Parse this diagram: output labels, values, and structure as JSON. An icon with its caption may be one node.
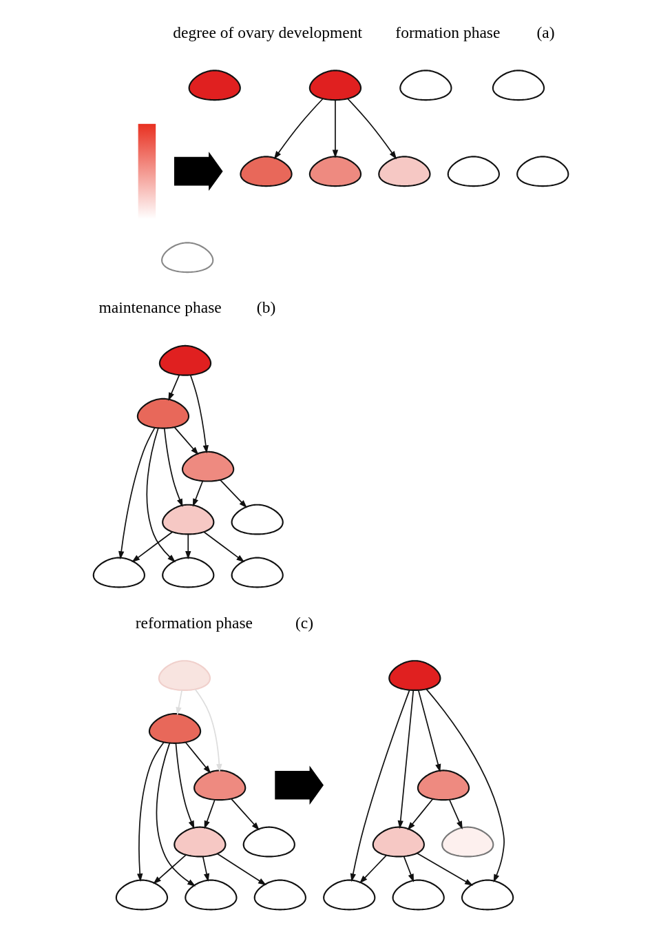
{
  "diagram": {
    "nodes": [
      {
        "text": [],
        "shape": "picture"
      },
      {
        "text": [],
        "shape": "picture"
      },
      {
        "text": [],
        "shape": "picture"
      },
      {
        "text": [],
        "shape": "picture"
      },
      {
        "text": [],
        "shape": "arrow"
      },
      {
        "text": [],
        "shape": "picture"
      },
      {
        "text": [],
        "shape": "picture"
      },
      {
        "text": [],
        "shape": "picture"
      },
      {
        "text": [],
        "shape": "picture"
      },
      {
        "text": [],
        "shape": "picture"
      },
      {
        "text": [],
        "shape": "bar"
      },
      {
        "text": [],
        "shape": "picture"
      },
      {
        "text": [],
        "shape": "picture"
      },
      {
        "text": [],
        "shape": "picture"
      },
      {
        "text": [],
        "shape": "picture"
      },
      {
        "text": [],
        "shape": "picture"
      },
      {
        "text": [],
        "shape": "picture"
      },
      {
        "text": [],
        "shape": "picture"
      },
      {
        "text": [],
        "shape": "picture"
      },
      {
        "text": [],
        "shape": "picture"
      },
      {
        "text": [],
        "shape": "picture"
      },
      {
        "text": [],
        "shape": "picture"
      },
      {
        "text": [],
        "shape": "picture"
      },
      {
        "text": [],
        "shape": "picture"
      },
      {
        "text": [],
        "shape": "picture"
      },
      {
        "text": [],
        "shape": "picture"
      },
      {
        "text": [],
        "shape": "picture"
      },
      {
        "text": [],
        "shape": "picture"
      },
      {
        "text": [],
        "shape": "arrow"
      },
      {
        "text": [],
        "shape": "picture"
      },
      {
        "text": [],
        "shape": "picture"
      },
      {
        "text": [],
        "shape": "picture"
      },
      {
        "text": [],
        "shape": "picture"
      },
      {
        "text": [],
        "shape": "picture"
      },
      {
        "text": [],
        "shape": "picture"
      },
      {
        "text": [],
        "shape": "picture"
      }
    ],
    "edges": [
      {
        "from": 5,
        "to": 6,
        "arrow": "to"
      },
      {
        "from": 5,
        "to": 7,
        "arrow": "to"
      },
      {
        "from": 5,
        "to": 8,
        "arrow": "to"
      },
      {
        "from": 12,
        "to": 13,
        "arrow": "to"
      },
      {
        "from": 12,
        "to": 15,
        "arrow": "to"
      },
      {
        "from": 13,
        "to": 14,
        "arrow": "to"
      },
      {
        "from": 13,
        "to": 16,
        "arrow": "to"
      },
      {
        "from": 13,
        "to": 15,
        "arrow": "to"
      },
      {
        "from": 13,
        "to": 17,
        "arrow": "to"
      },
      {
        "from": 16,
        "to": 14,
        "arrow": "to"
      },
      {
        "from": 16,
        "to": 17,
        "arrow": "to"
      },
      {
        "from": 16,
        "to": 19,
        "arrow": "to"
      },
      {
        "from": 15,
        "to": 16,
        "arrow": "to"
      },
      {
        "from": 15,
        "to": 18,
        "arrow": "to"
      },
      {
        "from": 20,
        "to": 21,
        "arrow": "to",
        "color": "#dddddd"
      },
      {
        "from": 20,
        "to": 23,
        "arrow": "to",
        "color": "#dddddd"
      },
      {
        "from": 21,
        "to": 22,
        "arrow": "to"
      },
      {
        "from": 21,
        "to": 24,
        "arrow": "to"
      },
      {
        "from": 21,
        "to": 23,
        "arrow": "to"
      },
      {
        "from": 21,
        "to": 25,
        "arrow": "to"
      },
      {
        "from": 24,
        "to": 22,
        "arrow": "to"
      },
      {
        "from": 24,
        "to": 25,
        "arrow": "to"
      },
      {
        "from": 24,
        "to": 27,
        "arrow": "to"
      },
      {
        "from": 23,
        "to": 24,
        "arrow": "to"
      },
      {
        "from": 23,
        "to": 26,
        "arrow": "to"
      },
      {
        "from": 29,
        "to": 30,
        "arrow": "to"
      },
      {
        "from": 29,
        "to": 32,
        "arrow": "to"
      },
      {
        "from": 29,
        "to": 31,
        "arrow": "to"
      },
      {
        "from": 29,
        "to": 33,
        "arrow": "to"
      },
      {
        "from": 32,
        "to": 30,
        "arrow": "to"
      },
      {
        "from": 32,
        "to": 33,
        "arrow": "to"
      },
      {
        "from": 32,
        "to": 35,
        "arrow": "to"
      },
      {
        "from": 31,
        "to": 32,
        "arrow": "to"
      },
      {
        "from": 31,
        "to": 34,
        "arrow": "to"
      }
    ],
    "labels": [
      "(a)",
      "formation phase",
      "degree of ovary development",
      "(b)",
      "maintenance phase",
      "(c)",
      "reformation phase"
    ]
  }
}
